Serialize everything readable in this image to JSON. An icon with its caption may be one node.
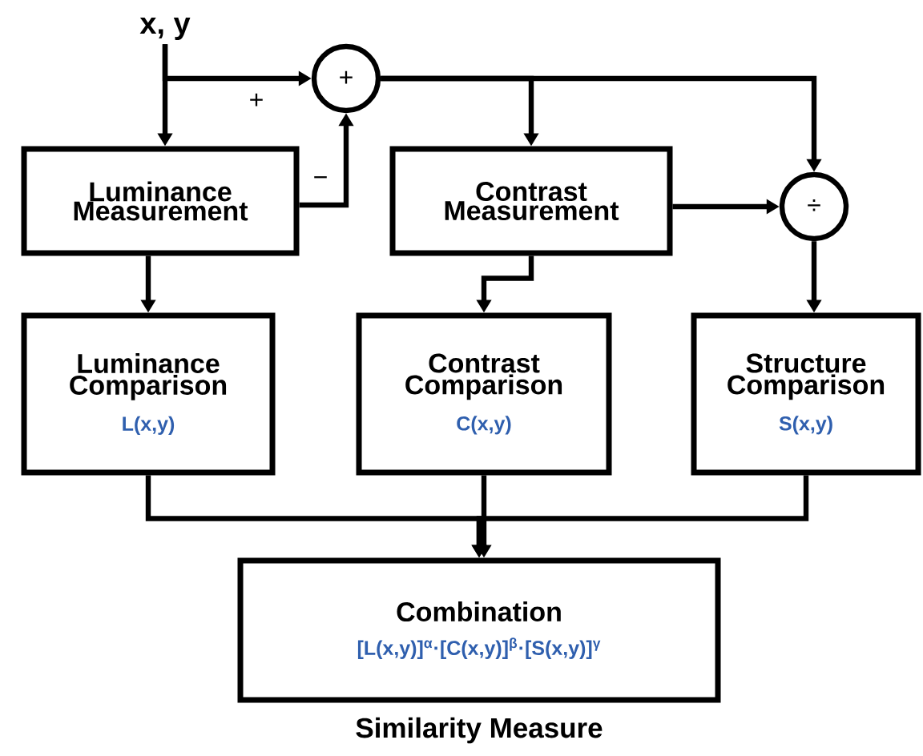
{
  "diagram": {
    "nodes": [
      {
        "text": [
          "x, y"
        ]
      },
      {
        "text": [
          "Luminance Measurement"
        ]
      },
      {
        "text": [
          "+"
        ]
      },
      {
        "text": [
          "Contrast Measurement"
        ]
      },
      {
        "text": [
          "÷"
        ]
      },
      {
        "text": [
          "Luminance Comparison",
          "L(x,y)"
        ]
      },
      {
        "text": [
          "Contrast Comparison",
          "C(x,y)"
        ]
      },
      {
        "text": [
          "Structure Comparison",
          "S(x,y)"
        ]
      },
      {
        "text": [
          "Combination",
          "[L(x,y)]$^{α}$·[C(x,y)]$^{β}$·[S(x,y)]$^{γ}$"
        ],
        "beside": [
          "Similarity Measure"
        ]
      }
    ],
    "edges": [
      {
        "from": 0,
        "to": 1,
        "arrow": "to"
      },
      {
        "from": 0,
        "to": 2,
        "arrow": "to",
        "label": "+"
      },
      {
        "from": 1,
        "to": 2,
        "arrow": "to",
        "label": "−"
      },
      {
        "from": 2,
        "to": 3,
        "arrow": "to"
      },
      {
        "from": 2,
        "to": 4,
        "arrow": "to"
      },
      {
        "from": 3,
        "to": 4,
        "arrow": "to"
      },
      {
        "from": 1,
        "to": 5,
        "arrow": "to"
      },
      {
        "from": 3,
        "to": 6,
        "arrow": "to"
      },
      {
        "from": 4,
        "to": 7,
        "arrow": "to"
      },
      {
        "from": 5,
        "to": 8,
        "arrow": "to"
      },
      {
        "from": 6,
        "to": 8,
        "arrow": "to"
      },
      {
        "from": 7,
        "to": 8,
        "arrow": "to"
      }
    ]
  }
}
